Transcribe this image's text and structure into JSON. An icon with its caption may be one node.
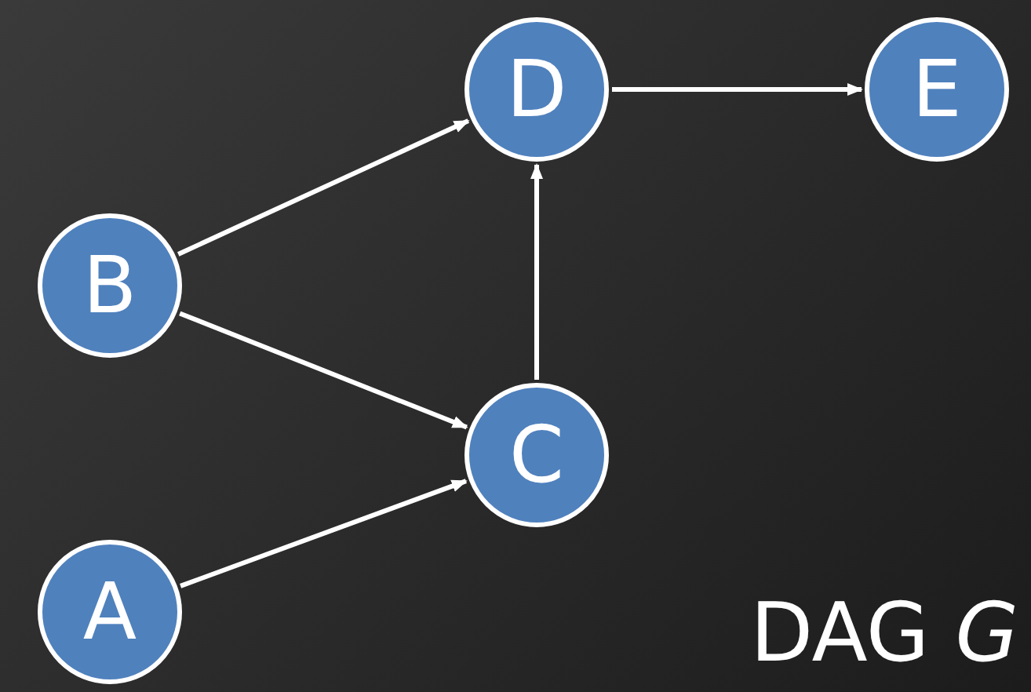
{
  "diagram": {
    "nodes": [
      {
        "text": [
          "D"
        ]
      },
      {
        "text": [
          "E"
        ]
      },
      {
        "text": [
          "B"
        ]
      },
      {
        "text": [
          "C"
        ]
      },
      {
        "text": [
          "A"
        ]
      }
    ],
    "edges": [
      {
        "from": 2,
        "to": 0,
        "arrow": "to"
      },
      {
        "from": 0,
        "to": 1,
        "arrow": "to"
      },
      {
        "from": 2,
        "to": 3,
        "arrow": "to"
      },
      {
        "from": 3,
        "to": 0,
        "arrow": "to"
      },
      {
        "from": 4,
        "to": 3,
        "arrow": "to"
      }
    ],
    "labels": [
      "DAG *G*"
    ]
  }
}
